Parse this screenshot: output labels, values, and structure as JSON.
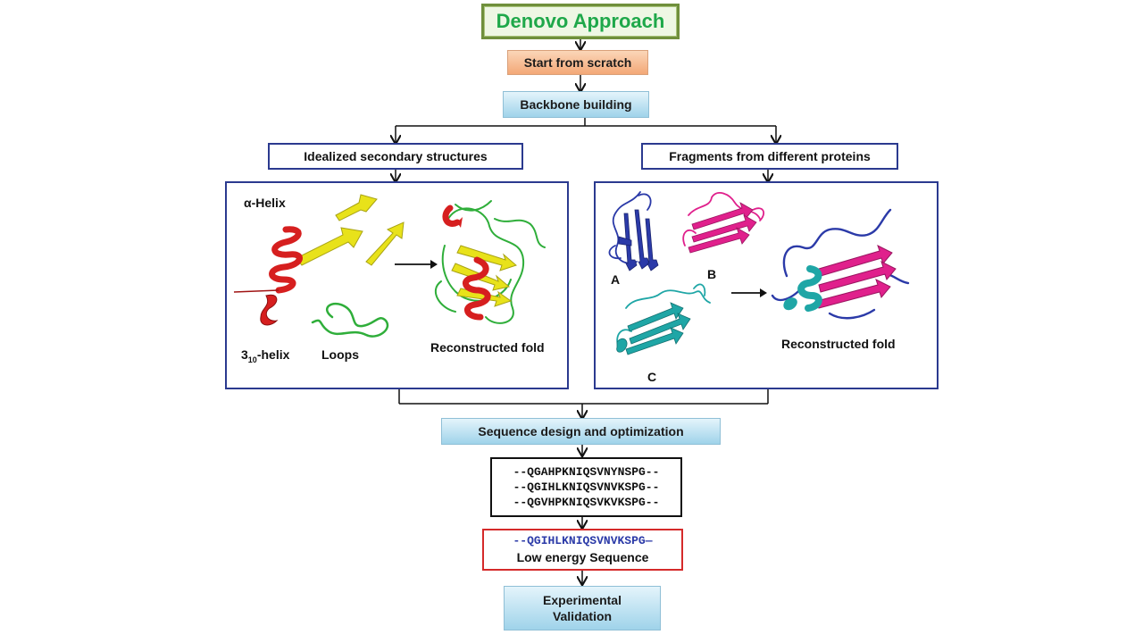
{
  "title": "Denovo Approach",
  "steps": {
    "start": "Start from scratch",
    "backbone": "Backbone building",
    "sequence_design": "Sequence design and optimization",
    "validation_line1": "Experimental",
    "validation_line2": "Validation"
  },
  "branches": {
    "left": "Idealized secondary structures",
    "right": "Fragments from different proteins"
  },
  "left_panel": {
    "alpha_helix_prefix": "α",
    "alpha_helix_suffix": "-Helix",
    "helix310_base": "3",
    "helix310_sub": "10",
    "helix310_suffix": "-helix",
    "loops": "Loops",
    "reconstructed": "Reconstructed fold"
  },
  "right_panel": {
    "label_a": "A",
    "label_b": "B",
    "label_c": "C",
    "reconstructed": "Reconstructed fold"
  },
  "sequences": [
    "--QGAHPKNIQSVNYNSPG--",
    "--QGIHLKNIQSVNVKSPG--",
    "--QGVHPKNIQSVKVKSPG--"
  ],
  "low_energy": {
    "sequence": "--QGIHLKNIQSVNVKSPG—",
    "label": "Low energy Sequence"
  },
  "colors": {
    "title_text": "#1fa84a",
    "panel_border": "#2b3a8f",
    "helix_red": "#d61f1f",
    "strand_yellow": "#e8e21a",
    "loop_green": "#2fae3a",
    "fragment_blue": "#2b3aa8",
    "fragment_magenta": "#e0208c",
    "fragment_cyan": "#1fa6a6",
    "low_energy_border": "#d52a2a"
  }
}
